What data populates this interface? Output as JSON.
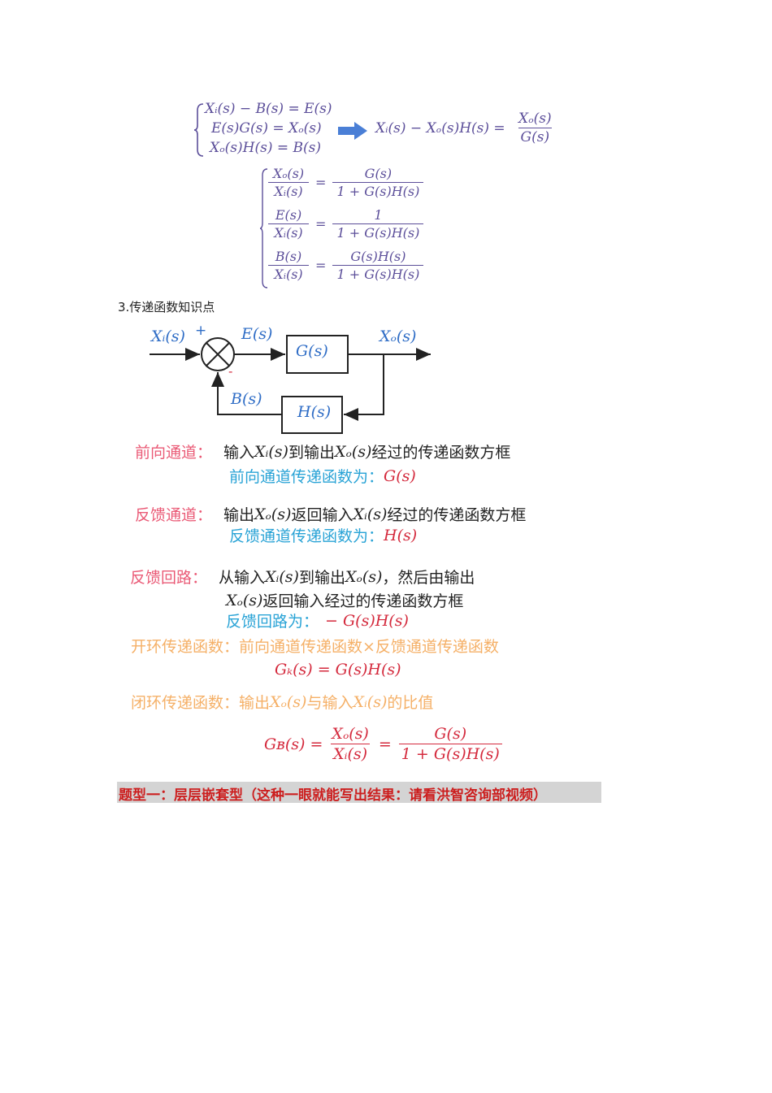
{
  "system1": {
    "eq1": "Xᵢ(s) − B(s) = E(s)",
    "eq2": "E(s)G(s) = Xₒ(s)",
    "eq3": "Xₒ(s)H(s) = B(s)",
    "result_lhs": "Xᵢ(s) − Xₒ(s)H(s) =",
    "result_num": "Xₒ(s)",
    "result_den": "G(s)"
  },
  "system2": {
    "r1_lnum": "Xₒ(s)",
    "r1_lden": "Xᵢ(s)",
    "r1_rnum": "G(s)",
    "r1_rden": "1 + G(s)H(s)",
    "r2_lnum": "E(s)",
    "r2_lden": "Xᵢ(s)",
    "r2_rnum": "1",
    "r2_rden": "1 + G(s)H(s)",
    "r3_lnum": "B(s)",
    "r3_lden": "Xᵢ(s)",
    "r3_rnum": "G(s)H(s)",
    "r3_rden": "1 + G(s)H(s)",
    "equals": "="
  },
  "section_heading": "3.传递函数知识点",
  "diagram": {
    "input_label": "Xᵢ(s)",
    "plus_sign": "+",
    "minus_sign": "-",
    "error_label": "E(s)",
    "forward_block": "G(s)",
    "output_label": "Xₒ(s)",
    "feedback_label": "B(s)",
    "feedback_block": "H(s)"
  },
  "forward_path": {
    "title": "前向通道：",
    "desc_a": "输入",
    "desc_xi": "Xᵢ(s)",
    "desc_b": "到输出",
    "desc_xo": "Xₒ(s)",
    "desc_c": "经过的传递函数方框",
    "tf_label": "前向通道传递函数为：",
    "tf_value": "G(s)"
  },
  "feedback_path": {
    "title": "反馈通道：",
    "desc_a": "输出",
    "desc_xo": "Xₒ(s)",
    "desc_b": "返回输入",
    "desc_xi": "Xᵢ(s)",
    "desc_c": "经过的传递函数方框",
    "tf_label": "反馈通道传递函数为：",
    "tf_value": "H(s)"
  },
  "feedback_loop": {
    "title": "反馈回路：",
    "l1_a": "从输入",
    "l1_xi": "Xᵢ(s)",
    "l1_b": "到输出",
    "l1_xo": "Xₒ(s)",
    "l1_c": "，然后由输出",
    "l2_xo": "Xₒ(s)",
    "l2_a": "返回输入经过的传递函数方框",
    "tf_label": "反馈回路为：",
    "tf_value": "− G(s)H(s)"
  },
  "open_loop": {
    "title": "开环传递函数：前向通道传递函数×反馈通道传递函数",
    "formula": "Gₖ(s) = G(s)H(s)"
  },
  "closed_loop": {
    "title_a": "闭环传递函数：输出",
    "title_xo": "Xₒ(s)",
    "title_b": "与输入",
    "title_xi": "Xᵢ(s)",
    "title_c": "的比值",
    "lhs": "Gʙ(s) =",
    "f1_num": "Xₒ(s)",
    "f1_den": "Xᵢ(s)",
    "eq": "=",
    "f2_num": "G(s)",
    "f2_den": "1 + G(s)H(s)"
  },
  "question_banner": "题型一：层层嵌套型（这种一眼就能写出结果：请看洪智咨询部视频）",
  "colors": {
    "purple": "#5c4f9a",
    "pink": "#ea5a76",
    "cyan": "#29a3d6",
    "orange": "#f5b067",
    "red": "#d42a3d",
    "blue": "#2f6dc6",
    "arrow": "#4a7fd6"
  }
}
